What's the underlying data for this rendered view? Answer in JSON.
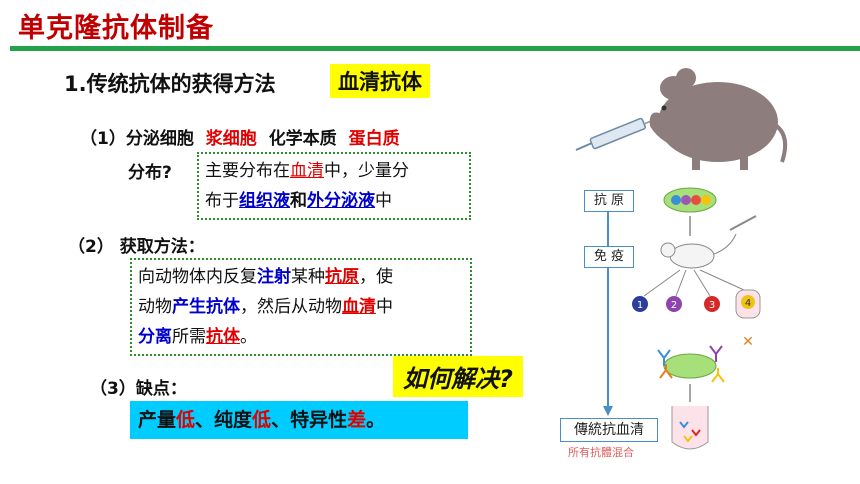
{
  "slide": {
    "title": "单克隆抗体制备",
    "heading": "1.传统抗体的获得方法",
    "heading_tag": "血清抗体",
    "row1": {
      "label": "（1）分泌细胞",
      "value1": "浆细胞",
      "label2": "化学本质",
      "value2": "蛋白质"
    },
    "row2": {
      "label": "分布?",
      "box": [
        "主要分布在",
        "血清",
        "中，少量分",
        "布于",
        "组织液",
        "和",
        "外分泌液",
        "中"
      ]
    },
    "row3": {
      "label": "（2） 获取方法：",
      "box": [
        "向动物体内反复",
        "注射",
        "某种",
        "抗原",
        "，使",
        "动物",
        "产生抗体",
        "，然后从动物",
        "血清",
        "中",
        "分离",
        "所需",
        "抗体",
        "。"
      ]
    },
    "row4": {
      "label": "（3）缺点："
    },
    "answer": [
      "产量",
      "低",
      "、纯度",
      "低",
      "、特异性",
      "差",
      "。"
    ],
    "question": "如何解决?"
  },
  "diagram": {
    "antigen_label": "抗 原",
    "immune_label": "免 疫",
    "serum_label": "傳統抗血清",
    "serum_sub": "所有抗體混合",
    "clones": [
      "1",
      "2",
      "3",
      "4"
    ]
  },
  "colors": {
    "title_red": "#c00000",
    "rule_green": "#22a34a",
    "highlight_yellow": "#ffff00",
    "answer_cyan": "#00ccff",
    "emph_red": "#e00000",
    "emph_blue": "#0000cc"
  }
}
